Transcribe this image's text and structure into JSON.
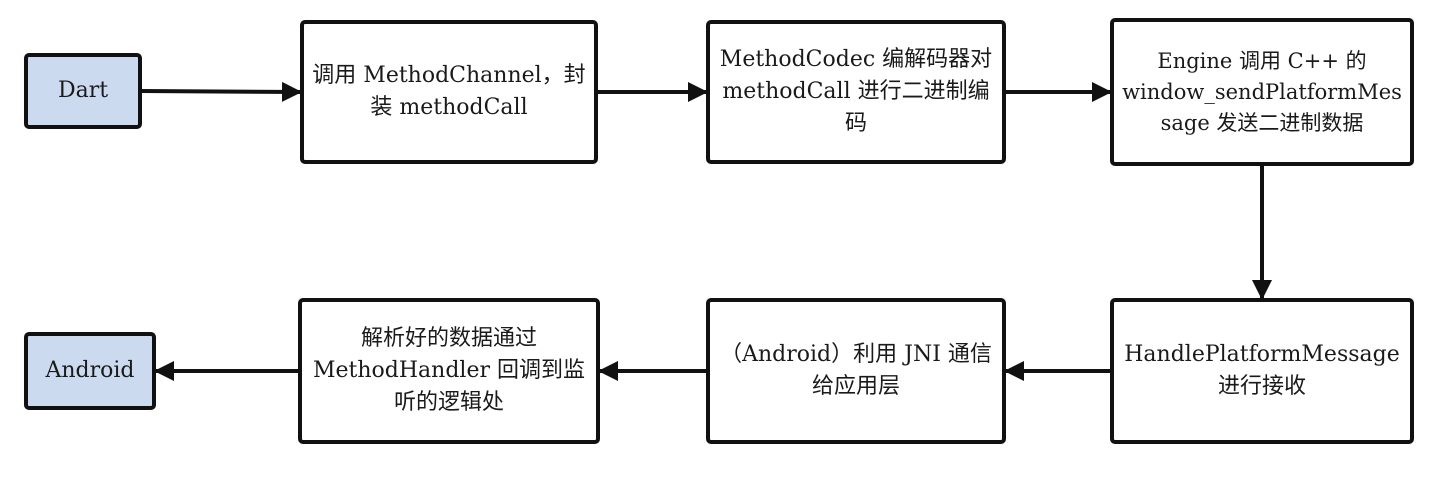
{
  "diagram": {
    "nodes": [
      {
        "id": "dart",
        "text": "Dart",
        "kind": "terminal"
      },
      {
        "id": "n1",
        "text": "调用 MethodChannel，封装 methodCall",
        "kind": "step"
      },
      {
        "id": "n2",
        "text": "MethodCodec 编解码器对 methodCall 进行二进制编码",
        "kind": "step"
      },
      {
        "id": "n3",
        "text": "Engine 调用 C++ 的 window_sendPlatformMessage 发送二进制数据",
        "kind": "step"
      },
      {
        "id": "n4",
        "text": "HandlePlatformMessage 进行接收",
        "kind": "step"
      },
      {
        "id": "n5",
        "text": "（Android）利用 JNI 通信给应用层",
        "kind": "step"
      },
      {
        "id": "n6",
        "text": "解析好的数据通过 MethodHandler 回调到监听的逻辑处",
        "kind": "step"
      },
      {
        "id": "android",
        "text": "Android",
        "kind": "terminal"
      }
    ],
    "edges": [
      {
        "from": "dart",
        "to": "n1"
      },
      {
        "from": "n1",
        "to": "n2"
      },
      {
        "from": "n2",
        "to": "n3"
      },
      {
        "from": "n3",
        "to": "n4"
      },
      {
        "from": "n4",
        "to": "n5"
      },
      {
        "from": "n5",
        "to": "n6"
      },
      {
        "from": "n6",
        "to": "android"
      }
    ],
    "colors": {
      "terminal_fill": "#ccdaf0",
      "step_fill": "#ffffff",
      "stroke": "#111111"
    }
  }
}
